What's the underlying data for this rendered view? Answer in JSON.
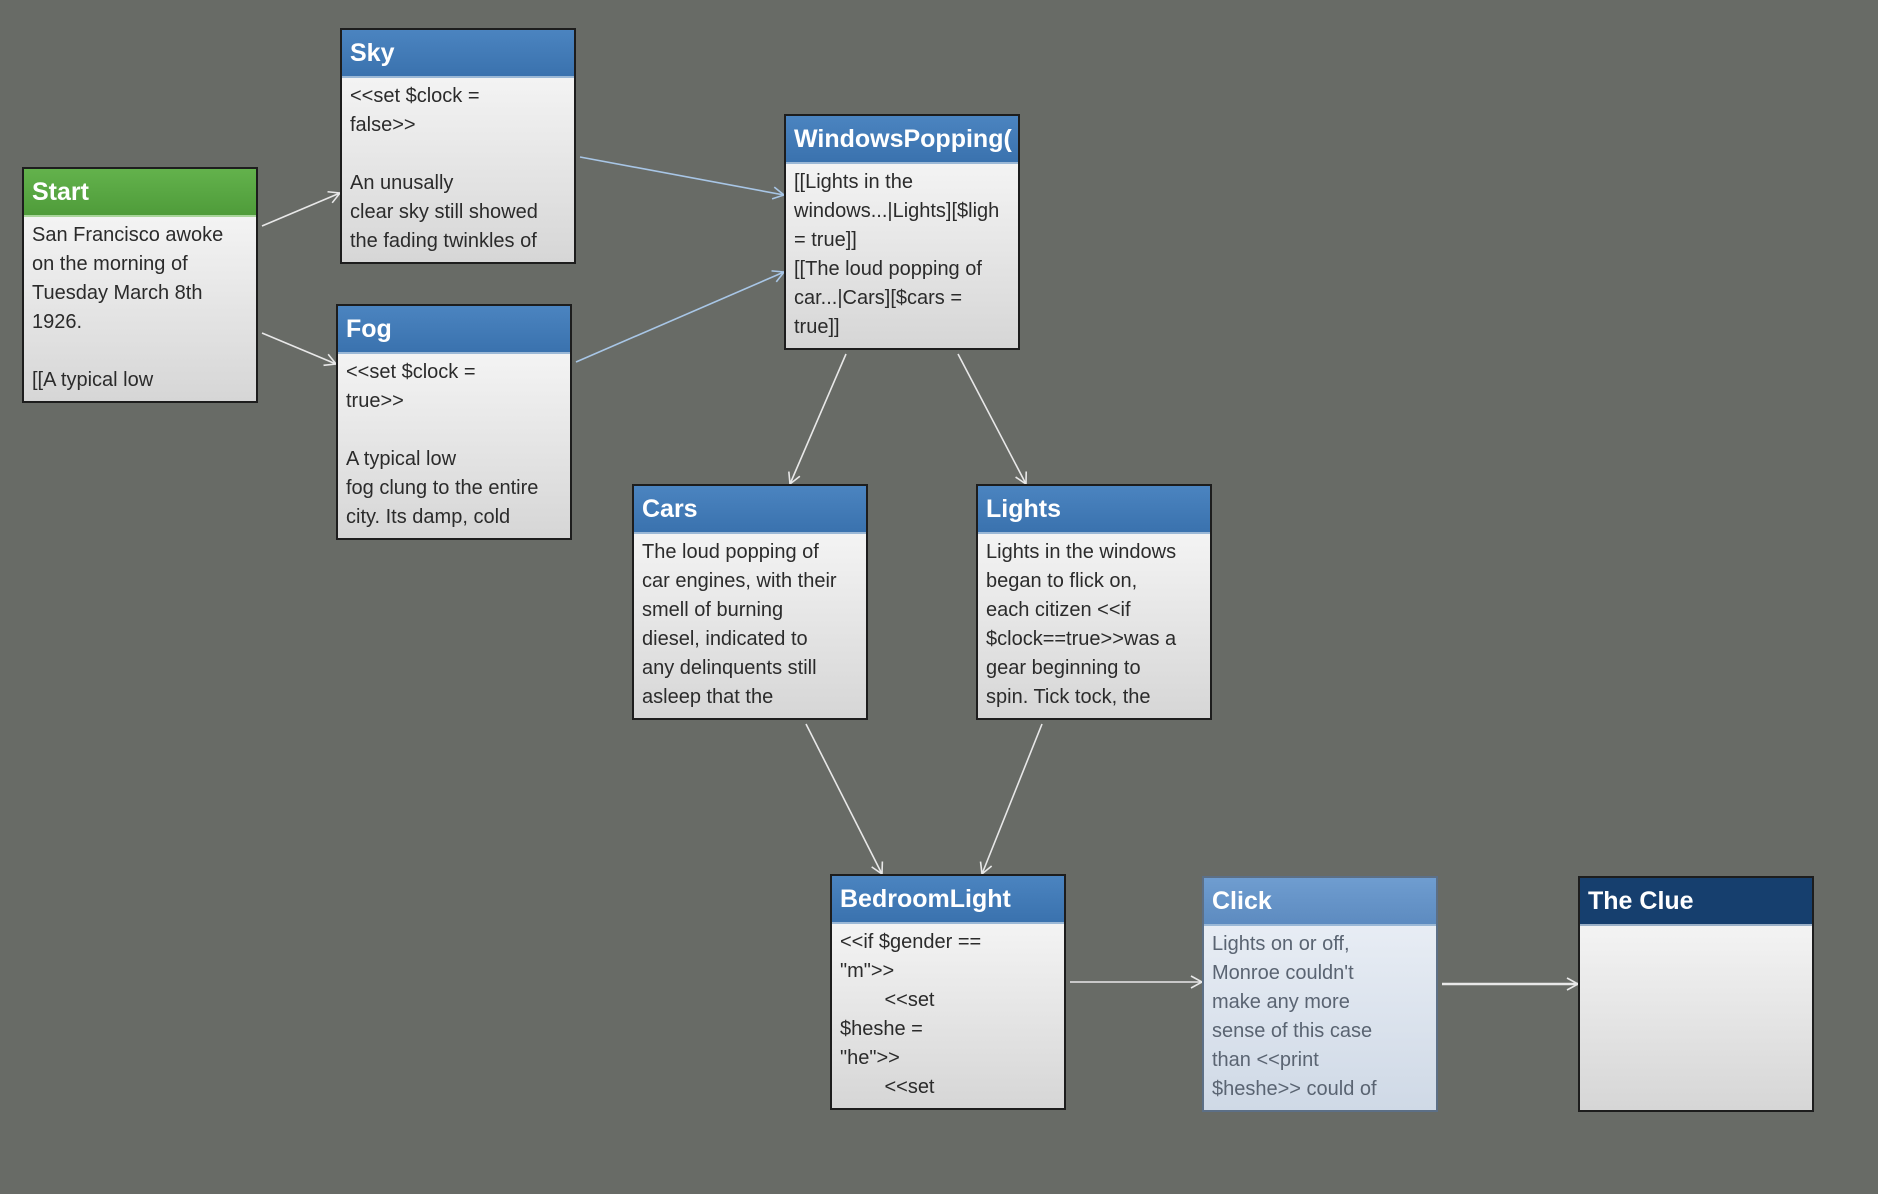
{
  "colors": {
    "background": "#686b66",
    "start_header": "#5aa843",
    "passage_header": "#4179b6",
    "selected_header": "#6594c8",
    "dark_header": "#163f6e",
    "link_blue": "#a8c6e6",
    "link_light": "#e8e8e8"
  },
  "passages": {
    "start": {
      "title": "Start",
      "excerpt": "San Francisco awoke\non the morning of\nTuesday March 8th\n1926.\n\n[[A typical low"
    },
    "sky": {
      "title": "Sky",
      "excerpt": "<<set $clock =\nfalse>>\n\nAn unusally\nclear sky still showed\nthe fading twinkles of"
    },
    "fog": {
      "title": "Fog",
      "excerpt": "<<set $clock =\ntrue>>\n\nA typical low\nfog clung to the entire\ncity. Its damp, cold"
    },
    "windows": {
      "title": "WindowsPopping(",
      "excerpt": "[[Lights in the\nwindows...|Lights][$ligh\n= true]]\n[[The loud popping of\ncar...|Cars][$cars =\ntrue]]"
    },
    "cars": {
      "title": "Cars",
      "excerpt": "The loud popping of\ncar engines, with their\nsmell of burning\ndiesel, indicated to\nany delinquents still\nasleep that the"
    },
    "lights": {
      "title": "Lights",
      "excerpt": "Lights in the windows\nbegan to flick on,\neach citizen <<if\n$clock==true>>was a\ngear beginning to\nspin. Tick tock, the"
    },
    "bedroom": {
      "title": "BedroomLight",
      "excerpt": "<<if $gender ==\n\"m\">>\n        <<set\n$heshe =\n\"he\">>\n        <<set"
    },
    "click": {
      "title": "Click",
      "excerpt": "Lights on or off,\nMonroe couldn't\nmake any more\nsense of this case\nthan <<print\n$heshe>> could of"
    },
    "clue": {
      "title": "The Clue",
      "excerpt": ""
    }
  }
}
